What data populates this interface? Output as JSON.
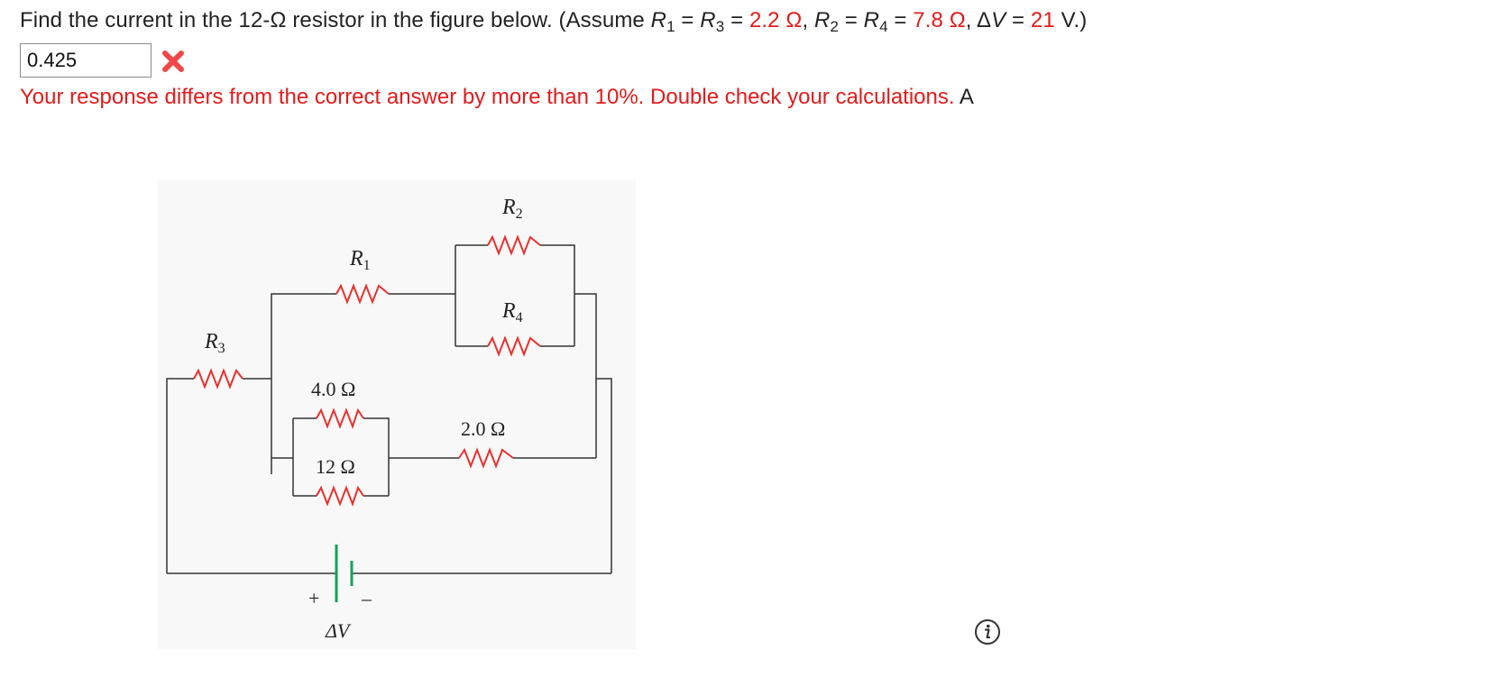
{
  "question": {
    "lead": "Find the current in the 12-Ω resistor in the figure below. (Assume ",
    "r1_sym": "R",
    "r1_sub": "1",
    "eq1": " = ",
    "r3_sym": "R",
    "r3_sub": "3",
    "eq2": " = ",
    "val_a": "2.2 Ω",
    "sep1": ", ",
    "r2_sym": "R",
    "r2_sub": "2",
    "eq3": " = ",
    "r4_sym": "R",
    "r4_sub": "4",
    "eq4": " = ",
    "val_b": "7.8 Ω",
    "sep2": ", Δ",
    "v_sym": "V",
    "eq5": " = ",
    "val_v": "21",
    "tail": " V.)"
  },
  "answer": {
    "value": "0.425",
    "status_icon": "wrong-x-icon",
    "feedback": "Your response differs from the correct answer by more than 10%. Double check your calculations.",
    "unit": "A"
  },
  "figure": {
    "labels": {
      "r1": "R",
      "r1_sub": "1",
      "r2": "R",
      "r2_sub": "2",
      "r3": "R",
      "r3_sub": "3",
      "r4": "R",
      "r4_sub": "4",
      "r_4ohm": "4.0 Ω",
      "r_12ohm": "12 Ω",
      "r_2ohm": "2.0 Ω",
      "plus": "+",
      "minus": "–",
      "dv": "ΔV"
    }
  },
  "colors": {
    "highlight": "#e31b1b",
    "resistor": "#e8312f",
    "battery": "#18a05a",
    "wire": "#333333"
  },
  "icons": {
    "info": "info-icon"
  }
}
